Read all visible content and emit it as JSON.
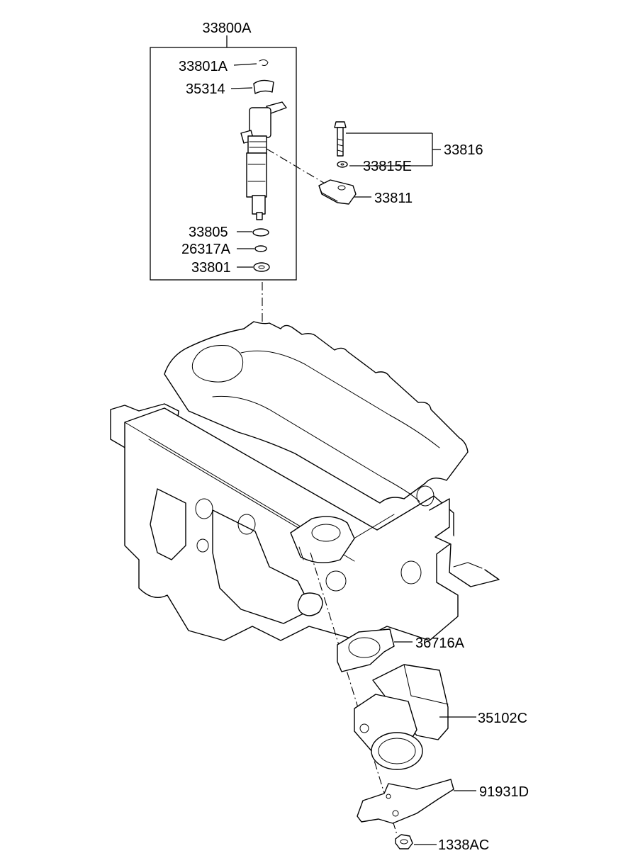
{
  "labels": {
    "injector_assembly": "33800A",
    "clip": "33801A",
    "retainer": "35314",
    "bolt_washer_set": "33816",
    "washer": "33815E",
    "clamp": "33811",
    "o_ring_large": "33805",
    "o_ring_small": "26317A",
    "injector_washer": "33801",
    "gasket": "36716A",
    "throttle_body": "35102C",
    "bracket": "91931D",
    "nut": "1338AC"
  },
  "icons": [
    "injector-icon",
    "engine-block-icon",
    "throttle-body-icon",
    "bracket-icon",
    "bolt-icon",
    "nut-icon"
  ],
  "colors": {
    "line": "#000000",
    "background": "#ffffff"
  }
}
